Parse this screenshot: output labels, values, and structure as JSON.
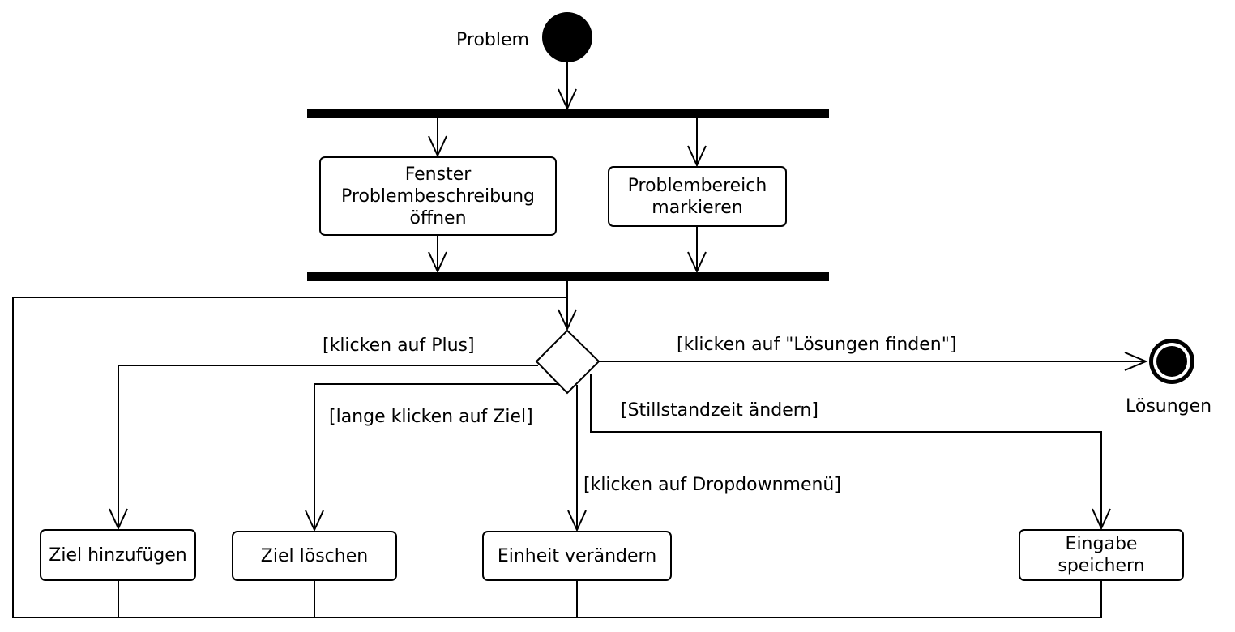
{
  "diagram": {
    "start": {
      "label": "Problem"
    },
    "end": {
      "label": "Lösungen"
    },
    "actions": {
      "fenster": "Fenster\nProblembeschreibung\nöffnen",
      "markieren": "Problembereich\nmarkieren",
      "ziel_hinzufuegen": "Ziel hinzufügen",
      "ziel_loeschen": "Ziel löschen",
      "einheit": "Einheit verändern",
      "eingabe": "Eingabe\nspeichern"
    },
    "guards": {
      "plus": "[klicken auf Plus]",
      "loesungen": "[klicken auf \"Lösungen finden\"]",
      "lange": "[lange klicken auf Ziel]",
      "stillstand": "[Stillstandzeit ändern]",
      "dropdown": "[klicken auf Dropdownmenü]"
    }
  }
}
